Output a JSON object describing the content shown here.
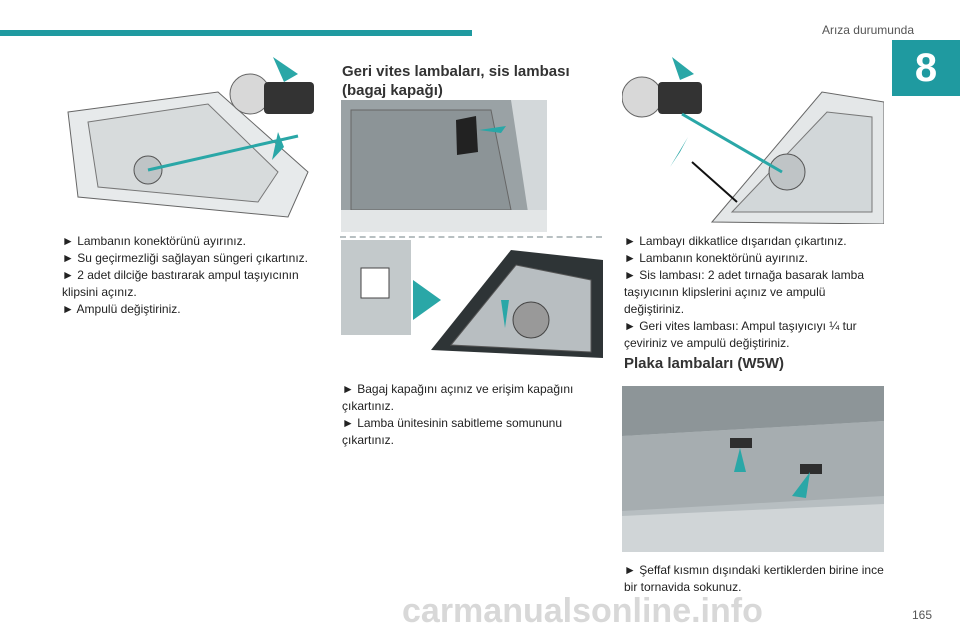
{
  "header": {
    "section_title": "Arıza durumunda",
    "chapter_number": "8"
  },
  "col1": {
    "steps": [
      "► Lambanın konektörünü ayırınız.",
      "► Su geçirmezliği sağlayan süngeri çıkartınız.",
      "► 2 adet dilciğe bastırarak ampul taşıyıcının klipsini açınız.",
      "► Ampulü değiştiriniz."
    ]
  },
  "col2": {
    "heading": "Geri vites lambaları, sis lambası (bagaj kapağı)",
    "steps": [
      "► Bagaj kapağını açınız ve erişim kapağını çıkartınız.",
      "► Lamba ünitesinin sabitleme somununu çıkartınız."
    ]
  },
  "col3": {
    "steps": [
      "► Lambayı dikkatlice dışarıdan çıkartınız.",
      "► Lambanın konektörünü ayırınız.",
      "► Sis lambası: 2 adet tırnağa basarak lamba taşıyıcının klipslerini açınız ve ampulü değiştiriniz.",
      "► Geri vites lambası: Ampul taşıyıcıyı ¼ tur çeviriniz ve ampulü değiştiriniz."
    ],
    "heading2": "Plaka lambaları (W5W)",
    "steps2": [
      "► Şeffaf kısmın dışındaki kertiklerden birine ince bir tornavida sokunuz."
    ]
  },
  "footer": {
    "page_number": "165",
    "watermark": "carmanualsonline.info"
  },
  "colors": {
    "accent": "#1f9aa0",
    "illustration_bg": "#c9cfd1"
  }
}
